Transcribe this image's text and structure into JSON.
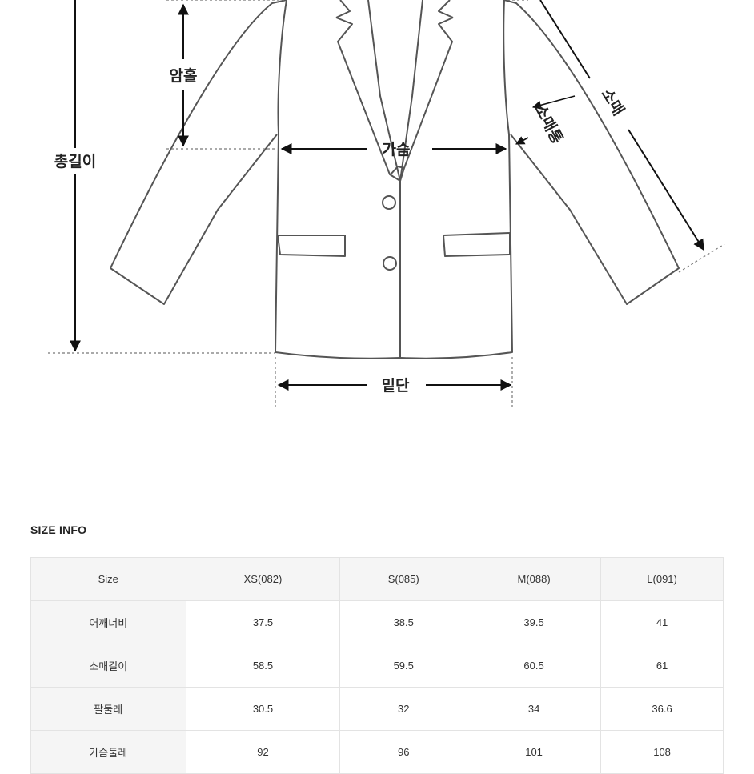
{
  "diagram": {
    "labels": {
      "armhole": "암홀",
      "total_length": "총길이",
      "chest": "가슴",
      "sleeve": "소매",
      "sleeve_width": "소매통",
      "hem": "밑단"
    },
    "colors": {
      "outline": "#555555",
      "arrow": "#111111",
      "guide": "#777777"
    }
  },
  "size_info": {
    "title": "SIZE INFO",
    "headers": [
      "Size",
      "XS(082)",
      "S(085)",
      "M(088)",
      "L(091)"
    ],
    "rows": [
      {
        "label": "어깨너비",
        "values": [
          "37.5",
          "38.5",
          "39.5",
          "41"
        ]
      },
      {
        "label": "소매길이",
        "values": [
          "58.5",
          "59.5",
          "60.5",
          "61"
        ]
      },
      {
        "label": "팔둘레",
        "values": [
          "30.5",
          "32",
          "34",
          "36.6"
        ]
      },
      {
        "label": "가슴둘레",
        "values": [
          "92",
          "96",
          "101",
          "108"
        ]
      }
    ]
  }
}
